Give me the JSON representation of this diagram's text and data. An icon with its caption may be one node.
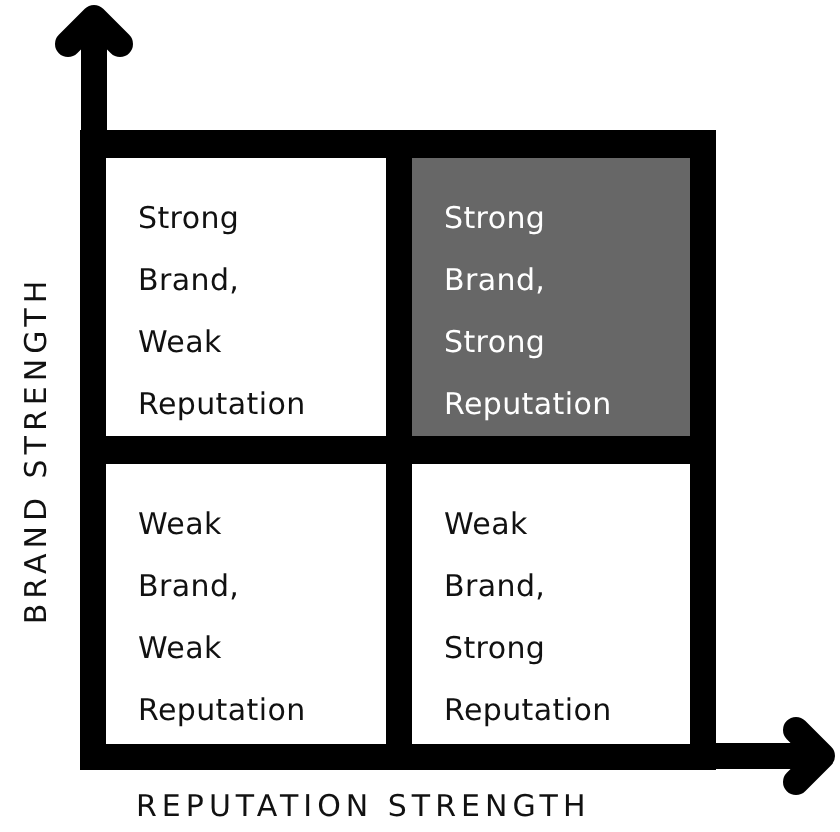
{
  "diagram": {
    "nodes": [
      {
        "text": [
          "Strong Brand, Weak Reputation"
        ]
      },
      {
        "text": [
          "Strong Brand, Strong Reputation"
        ]
      },
      {
        "text": [
          "Weak Brand, Weak Reputation"
        ]
      },
      {
        "text": [
          "Weak Brand, Strong Reputation"
        ]
      }
    ],
    "edges": [],
    "labels": [
      "BRAND STRENGTH",
      "REPUTATION STRENGTH"
    ]
  }
}
